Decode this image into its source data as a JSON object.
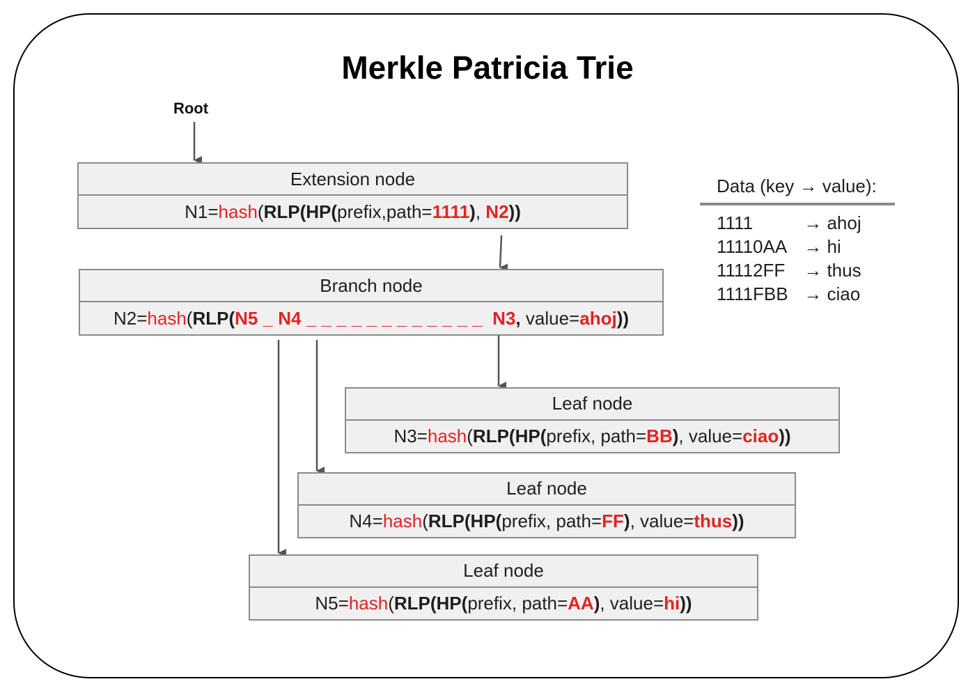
{
  "title": "Merkle Patricia Trie",
  "root_label": "Root",
  "colors": {
    "accent": "#e02424",
    "node_fill": "#f0f0f0",
    "node_border": "#8a8a8a"
  },
  "nodes": [
    {
      "id": "N1",
      "type_label": "Extension node",
      "formula": [
        {
          "t": "N1=",
          "s": ""
        },
        {
          "t": "hash",
          "s": "red"
        },
        {
          "t": "(",
          "s": ""
        },
        {
          "t": "RLP(HP(",
          "s": "b"
        },
        {
          "t": "prefix,path=",
          "s": ""
        },
        {
          "t": "1111",
          "s": "rb"
        },
        {
          "t": ")",
          "s": "b"
        },
        {
          "t": ", ",
          "s": ""
        },
        {
          "t": "N2",
          "s": "rb"
        },
        {
          "t": "))",
          "s": "b"
        }
      ]
    },
    {
      "id": "N2",
      "type_label": "Branch node",
      "formula": [
        {
          "t": "N2=",
          "s": ""
        },
        {
          "t": "hash",
          "s": "red"
        },
        {
          "t": "(",
          "s": ""
        },
        {
          "t": "RLP(",
          "s": "b"
        },
        {
          "t": "N5 _ N4 _ _ _ _ _ _ _ _ _ _ _ _  N3",
          "s": "rb"
        },
        {
          "t": ",",
          "s": "b"
        },
        {
          "t": " value=",
          "s": ""
        },
        {
          "t": "ahoj",
          "s": "rb"
        },
        {
          "t": "))",
          "s": "b"
        }
      ]
    },
    {
      "id": "N3",
      "type_label": "Leaf node",
      "formula": [
        {
          "t": "N3=",
          "s": ""
        },
        {
          "t": "hash",
          "s": "red"
        },
        {
          "t": "(",
          "s": ""
        },
        {
          "t": "RLP(HP(",
          "s": "b"
        },
        {
          "t": "prefix, path=",
          "s": ""
        },
        {
          "t": "BB",
          "s": "rb"
        },
        {
          "t": ")",
          "s": "b"
        },
        {
          "t": ", value=",
          "s": ""
        },
        {
          "t": "ciao",
          "s": "rb"
        },
        {
          "t": "))",
          "s": "b"
        }
      ]
    },
    {
      "id": "N4",
      "type_label": "Leaf node",
      "formula": [
        {
          "t": "N4=",
          "s": ""
        },
        {
          "t": "hash",
          "s": "red"
        },
        {
          "t": "(",
          "s": ""
        },
        {
          "t": "RLP(HP(",
          "s": "b"
        },
        {
          "t": "prefix, path=",
          "s": ""
        },
        {
          "t": "FF",
          "s": "rb"
        },
        {
          "t": ")",
          "s": "b"
        },
        {
          "t": ", value=",
          "s": ""
        },
        {
          "t": "thus",
          "s": "rb"
        },
        {
          "t": "))",
          "s": "b"
        }
      ]
    },
    {
      "id": "N5",
      "type_label": "Leaf node",
      "formula": [
        {
          "t": "N5=",
          "s": ""
        },
        {
          "t": "hash",
          "s": "red"
        },
        {
          "t": "(",
          "s": ""
        },
        {
          "t": "RLP(HP(",
          "s": "b"
        },
        {
          "t": "prefix, path=",
          "s": ""
        },
        {
          "t": "AA",
          "s": "rb"
        },
        {
          "t": ")",
          "s": "b"
        },
        {
          "t": ", value=",
          "s": ""
        },
        {
          "t": "hi",
          "s": "rb"
        },
        {
          "t": "))",
          "s": "b"
        }
      ]
    }
  ],
  "data_table": {
    "header": "Data (key → value):",
    "rows": [
      {
        "key": "1111",
        "value": "→ ahoj"
      },
      {
        "key": "11110AA",
        "value": "→ hi"
      },
      {
        "key": "11112FF",
        "value": "→ thus"
      },
      {
        "key": "1111FBB",
        "value": "→ ciao"
      }
    ]
  }
}
